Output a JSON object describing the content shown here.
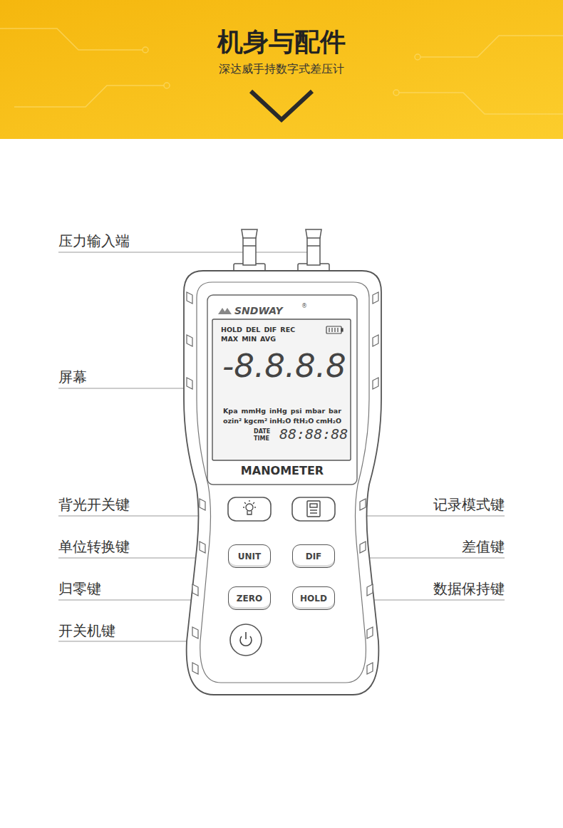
{
  "diagram": {
    "title": "机身与配件",
    "nodes": [
      {
        "text": [
          "UNIT"
        ]
      },
      {
        "text": [
          "DIF"
        ]
      },
      {
        "text": [
          "ZERO"
        ]
      },
      {
        "text": [
          "HOLD"
        ]
      }
    ],
    "labels": [
      "深达威手持数字式差压计",
      "压力输入端",
      "屏幕",
      "背光开关键",
      "单位转换键",
      "归零键",
      "开关机键",
      "记录模式键",
      "差值键",
      "数据保持键",
      "SNDWAY",
      "HOLD",
      "DEL",
      "DIF",
      "REC",
      "MAX",
      "MIN",
      "AVG",
      "-8.8.8.8",
      "Kpa",
      "mmHg",
      "inHg",
      "psi",
      "mbar",
      "bar",
      "ozin²",
      "kgcm²",
      "inH₂O",
      "ftH₂O",
      "cmH₂O",
      "DATE",
      "TIME",
      "88:88:88",
      "MANOMETER",
      "®"
    ]
  }
}
